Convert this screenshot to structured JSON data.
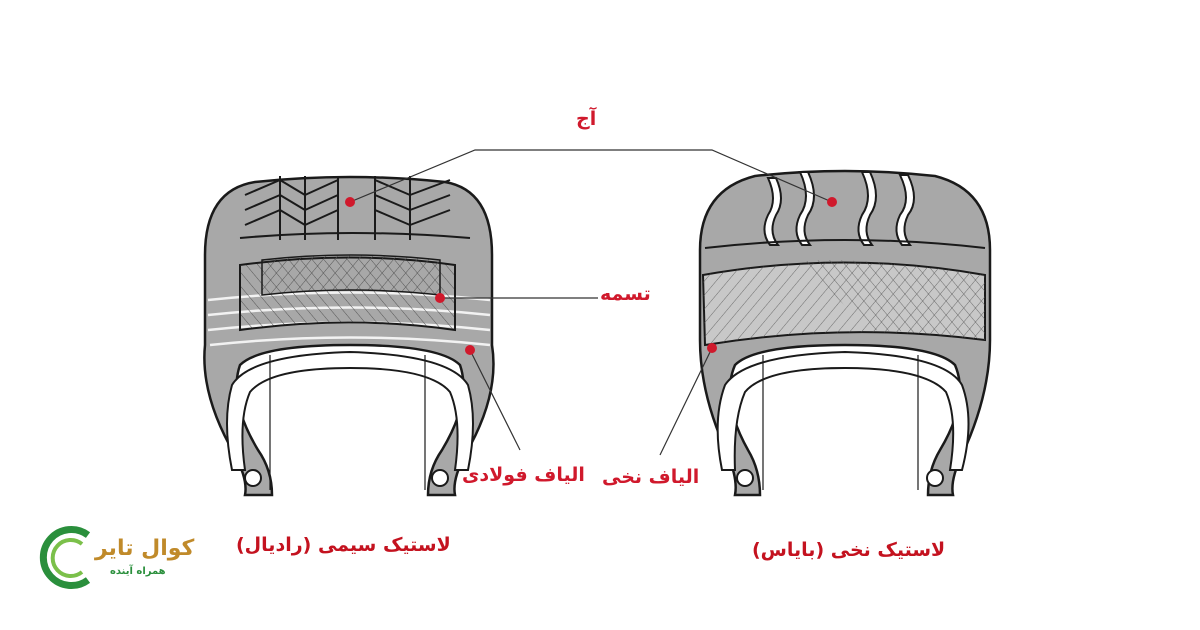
{
  "labels": {
    "tread": "آج",
    "belt": "تسمه",
    "steel_fibers": "الیاف فولادی",
    "fabric_fibers": "الیاف نخی"
  },
  "captions": {
    "radial": "لاستیک سیمی (رادیال)",
    "bias": "لاستیک نخی (بایاس)"
  },
  "logo": {
    "name": "کوال تایر",
    "slogan": "همراه آینده"
  },
  "colors": {
    "rubber": "#a8a8a8",
    "belt": "#c8c8c8",
    "outline": "#1a1a1a",
    "marker": "#d0192c",
    "logo_gold": "#c08a2a",
    "logo_green": "#2a8f3c"
  }
}
